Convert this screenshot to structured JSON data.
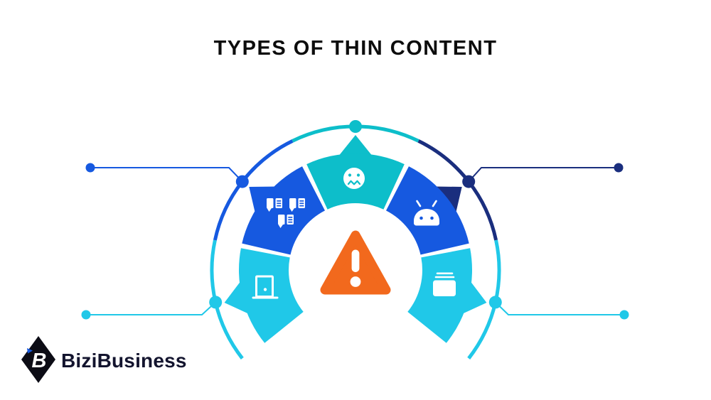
{
  "title": "TYPES OF THIN CONTENT",
  "logo": {
    "brand": "BiziBusiness",
    "monogram": "B"
  },
  "colors": {
    "blue": "#1659e0",
    "navy": "#1a2e7e",
    "teal": "#0dbeca",
    "cyan": "#20c8e8",
    "orange": "#f2691d",
    "ink": "#0c0c0c",
    "logo_ink": "#13142e",
    "white": "#ffffff"
  },
  "diagram": {
    "center_icon": "warning-triangle-icon",
    "ring_sections": [
      "cyan",
      "blue",
      "teal",
      "navy",
      "cyan"
    ],
    "segments": [
      {
        "icon": "door-icon",
        "color": "cyan",
        "spike_color": "cyan"
      },
      {
        "icon": "open-books-icon",
        "color": "blue",
        "spike_color": "blue"
      },
      {
        "icon": "worried-face-icon",
        "color": "teal",
        "spike_color": "teal"
      },
      {
        "icon": "android-robot-icon",
        "color": "blue",
        "spike_color": "navy"
      },
      {
        "icon": "content-stack-icon",
        "color": "cyan",
        "spike_color": "cyan"
      }
    ]
  }
}
